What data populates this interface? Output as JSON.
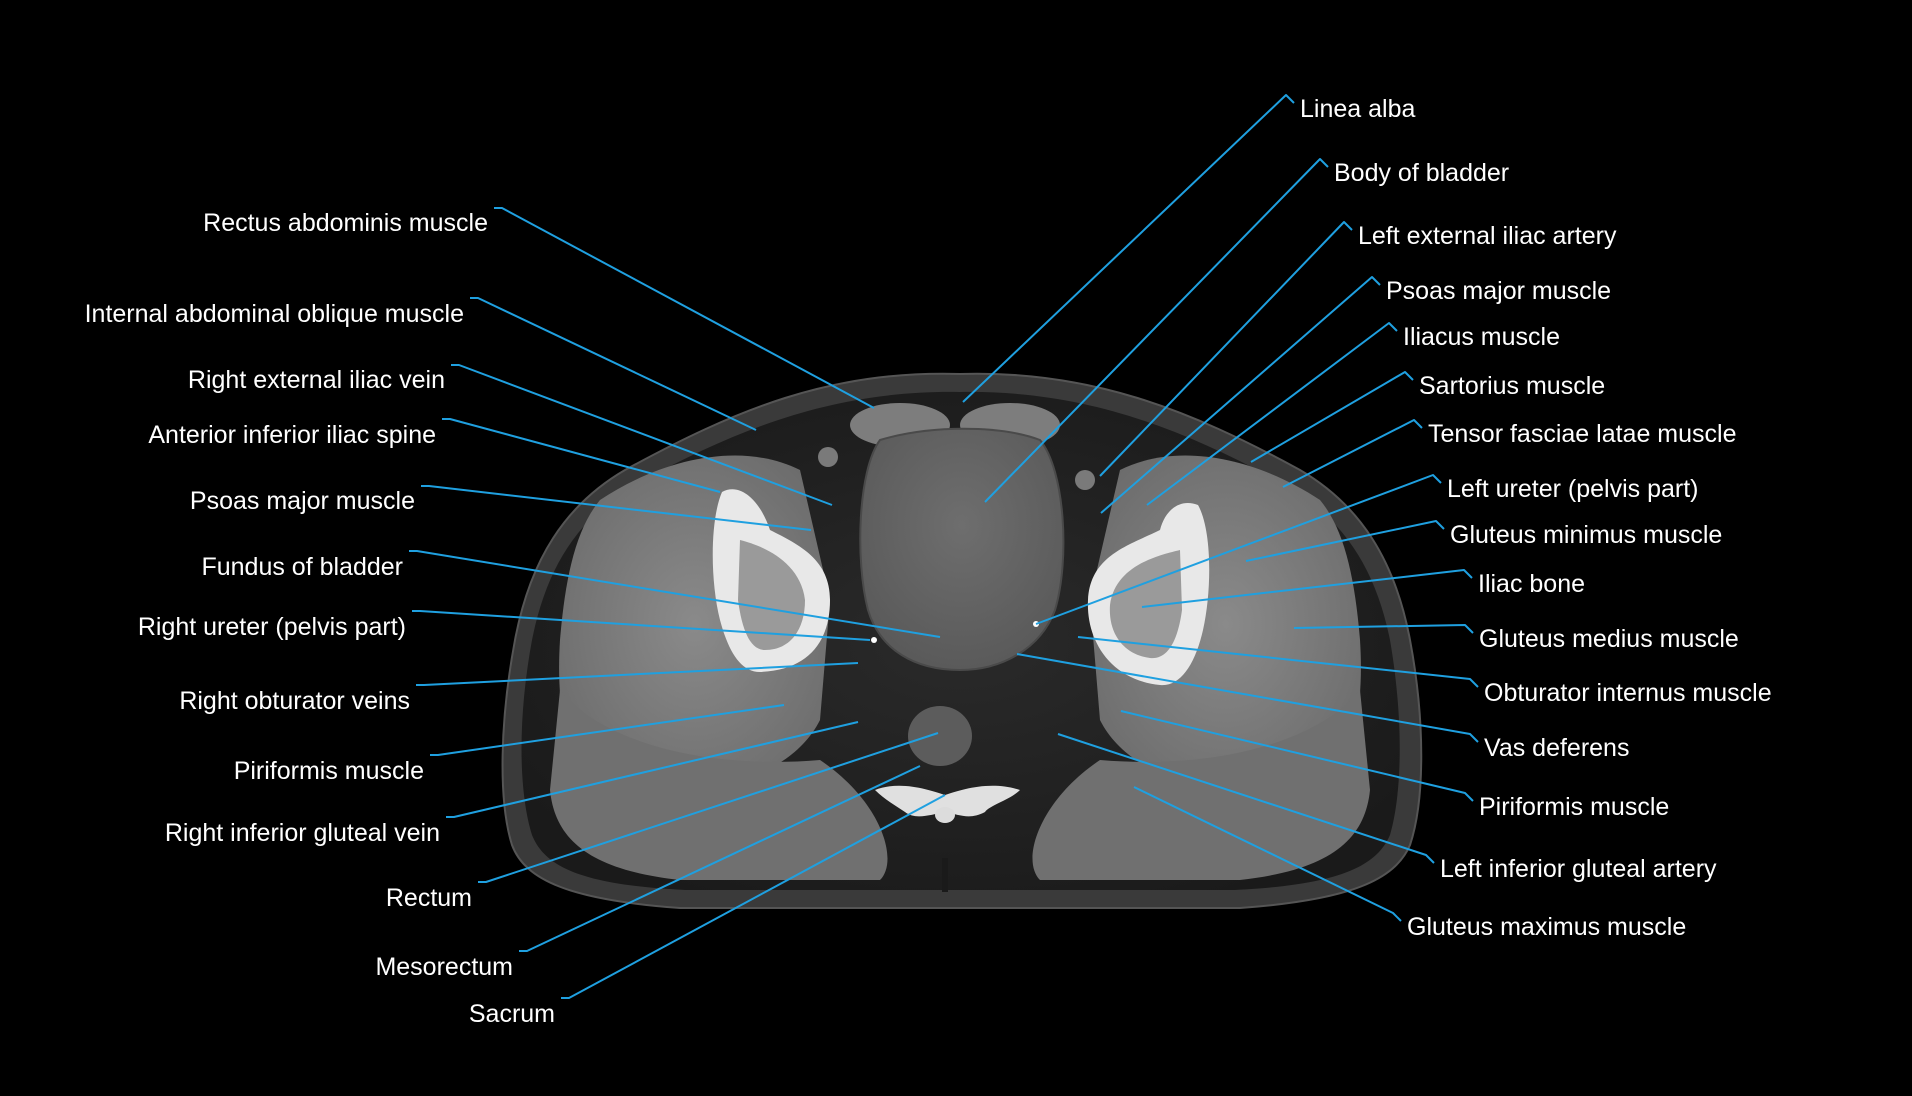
{
  "colors": {
    "background": "#000000",
    "leader_line": "#1fa0e0",
    "label_text": "#ffffff"
  },
  "image": {
    "subject": "axial CT slice of the pelvis",
    "icon": "ct-pelvis-image"
  },
  "labels_left": [
    "Rectus abdominis muscle",
    "Internal abdominal oblique muscle",
    "Right external iliac vein",
    "Anterior inferior iliac spine",
    "Psoas major muscle",
    "Fundus of bladder",
    "Right ureter (pelvis part)",
    "Right obturator veins",
    "Piriformis muscle",
    "Right inferior gluteal vein",
    "Rectum",
    "Mesorectum",
    "Sacrum"
  ],
  "labels_right": [
    "Linea alba",
    "Body of bladder",
    "Left external iliac artery",
    "Psoas major muscle",
    "Iliacus muscle",
    "Sartorius muscle",
    "Tensor fasciae latae muscle",
    "Left ureter (pelvis part)",
    "Gluteus minimus muscle",
    "Iliac bone",
    "Gluteus medius muscle",
    "Obturator internus muscle",
    "Vas deferens",
    "Piriformis muscle",
    "Left inferior gluteal artery",
    "Gluteus maximus muscle"
  ]
}
